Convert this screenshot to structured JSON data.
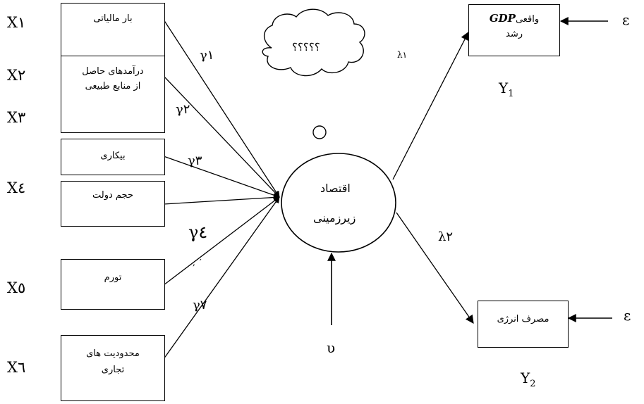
{
  "exogenous": [
    {
      "x_label": "X١",
      "box_text": "بار مالیاتی"
    },
    {
      "x_label": "X٢",
      "box_text_1": "درآمدهای حاصل",
      "box_text_2": "از منابع طبیعی"
    },
    {
      "x_label": "X٣"
    },
    {
      "box_text": "بیکاری"
    },
    {
      "x_label": "X٤",
      "box_text": "حجم دولت"
    },
    {
      "x_label": "X٥",
      "box_text": "تورم"
    },
    {
      "x_label": "X٦",
      "box_text_1": "محدودیت های",
      "box_text_2": "تجاری"
    }
  ],
  "gammas": [
    "γ١",
    "γ٢",
    "γ٣",
    "γ٤",
    "γ٧"
  ],
  "stray_marks": [
    ",",
    "′"
  ],
  "latent": {
    "line1": "اقتصاد",
    "line2": "زیرزمینی"
  },
  "cloud": {
    "text": "؟؟؟؟؟"
  },
  "error_term": "υ",
  "endogenous": {
    "y1": {
      "line1_text": "واقعی",
      "line1_em": "GDP",
      "line2": "رشد",
      "label": "Y",
      "sub": "1",
      "lambda": "λ١",
      "epsilon": "ε"
    },
    "y2": {
      "text": "مصرف انرژی",
      "label": "Y",
      "sub": "2",
      "lambda": "λ٢",
      "epsilon": "ε"
    }
  }
}
